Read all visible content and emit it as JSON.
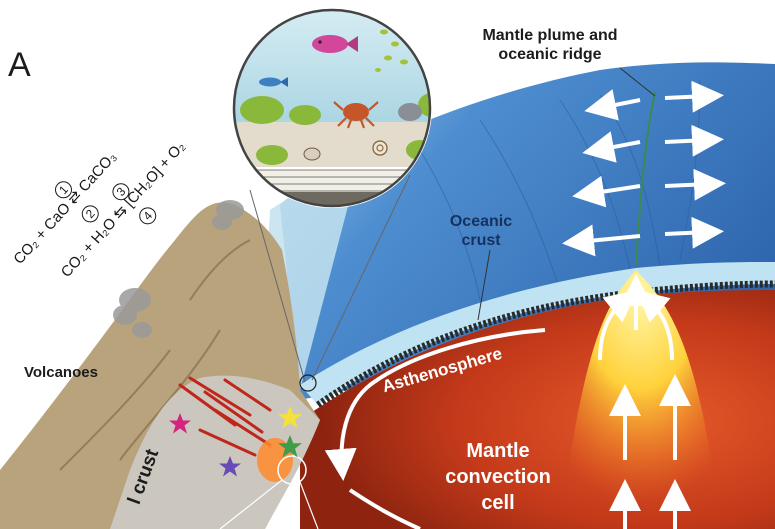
{
  "panel_label": "A",
  "labels": {
    "plume": [
      "Mantle plume and",
      "oceanic ridge"
    ],
    "oceanic_crust": [
      "Oceanic",
      "crust"
    ],
    "volcanoes": "Volcanoes",
    "asthenosphere": "Asthenosphere",
    "convection": [
      "Mantle",
      "convection",
      "cell"
    ],
    "continental_crust_fragment": "l crust"
  },
  "equations": {
    "eq1": {
      "left": "CO₂ + CaO",
      "arrows": "⇄",
      "right": "CaCO₃",
      "forward_step": "1",
      "backward_step": "2"
    },
    "eq2": {
      "left": "CO₂ + H₂O",
      "arrows": "⇆",
      "right": "[CH₂O] + O₂",
      "forward_step": "3",
      "backward_step": "4"
    }
  },
  "colors": {
    "ocean": "#3f7cc0",
    "mantle": "#c8401e",
    "plume": "#ffd23c",
    "continent": "#c9c5bc",
    "star_magenta": "#d4257e",
    "star_purple": "#6a4bb5",
    "star_yellow": "#f4e23a",
    "star_green": "#3f9c48"
  }
}
